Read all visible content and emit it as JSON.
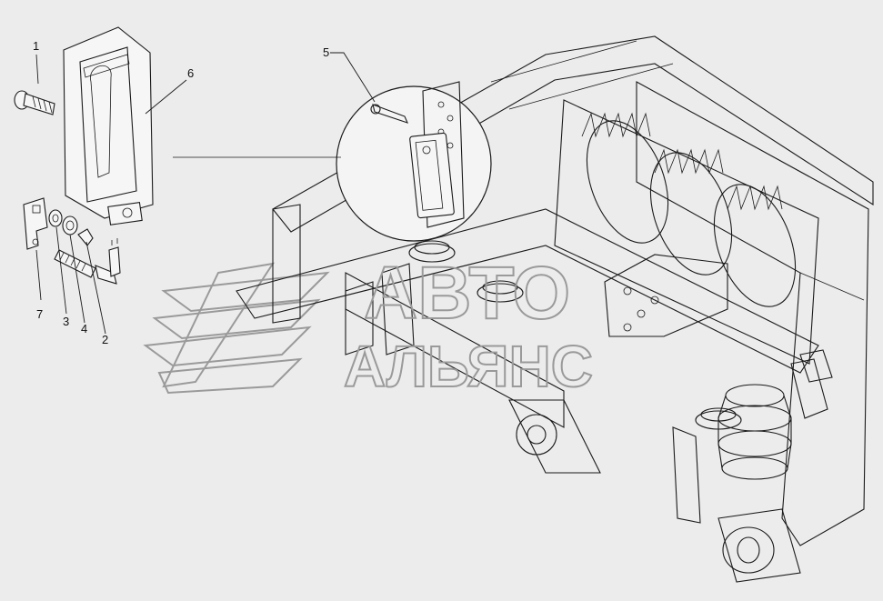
{
  "callouts": [
    {
      "num": "1"
    },
    {
      "num": "2"
    },
    {
      "num": "3"
    },
    {
      "num": "4"
    },
    {
      "num": "5"
    },
    {
      "num": "6"
    },
    {
      "num": "7"
    }
  ],
  "watermark": {
    "line1": "АВТО",
    "line2": "АЛЬЯНС"
  },
  "colors": {
    "background": "#ececec",
    "line": "#1a1a1a",
    "watermark": "#9a9a9a"
  }
}
